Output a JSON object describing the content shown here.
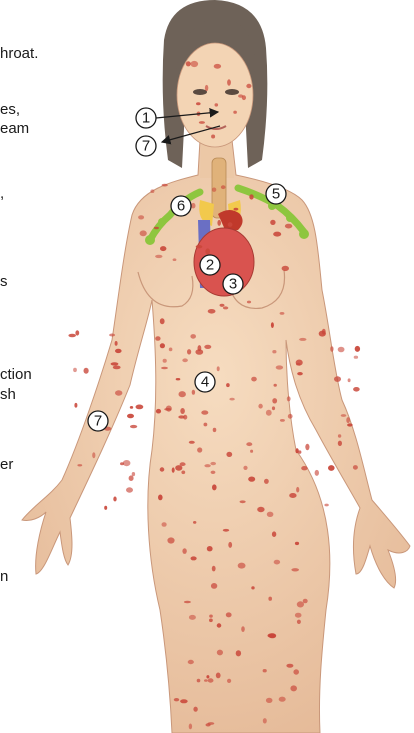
{
  "text_fragments": [
    "hroat.",
    "es,",
    "eam",
    ",",
    "s",
    "ction",
    "sh",
    "er",
    "n"
  ],
  "callouts": [
    "1",
    "7",
    "6",
    "5",
    "2",
    "3",
    "4",
    "7"
  ],
  "colors": {
    "skin": "#f0cfae",
    "skin_shadow": "#d9a985",
    "hair": "#6e6258",
    "rash": "#c9473a",
    "heart": "#d9534f",
    "veins": "#6a6fc4",
    "lymph": "#8ec63f",
    "thymus": "#f2c94c",
    "trachea": "#e0b27a"
  }
}
